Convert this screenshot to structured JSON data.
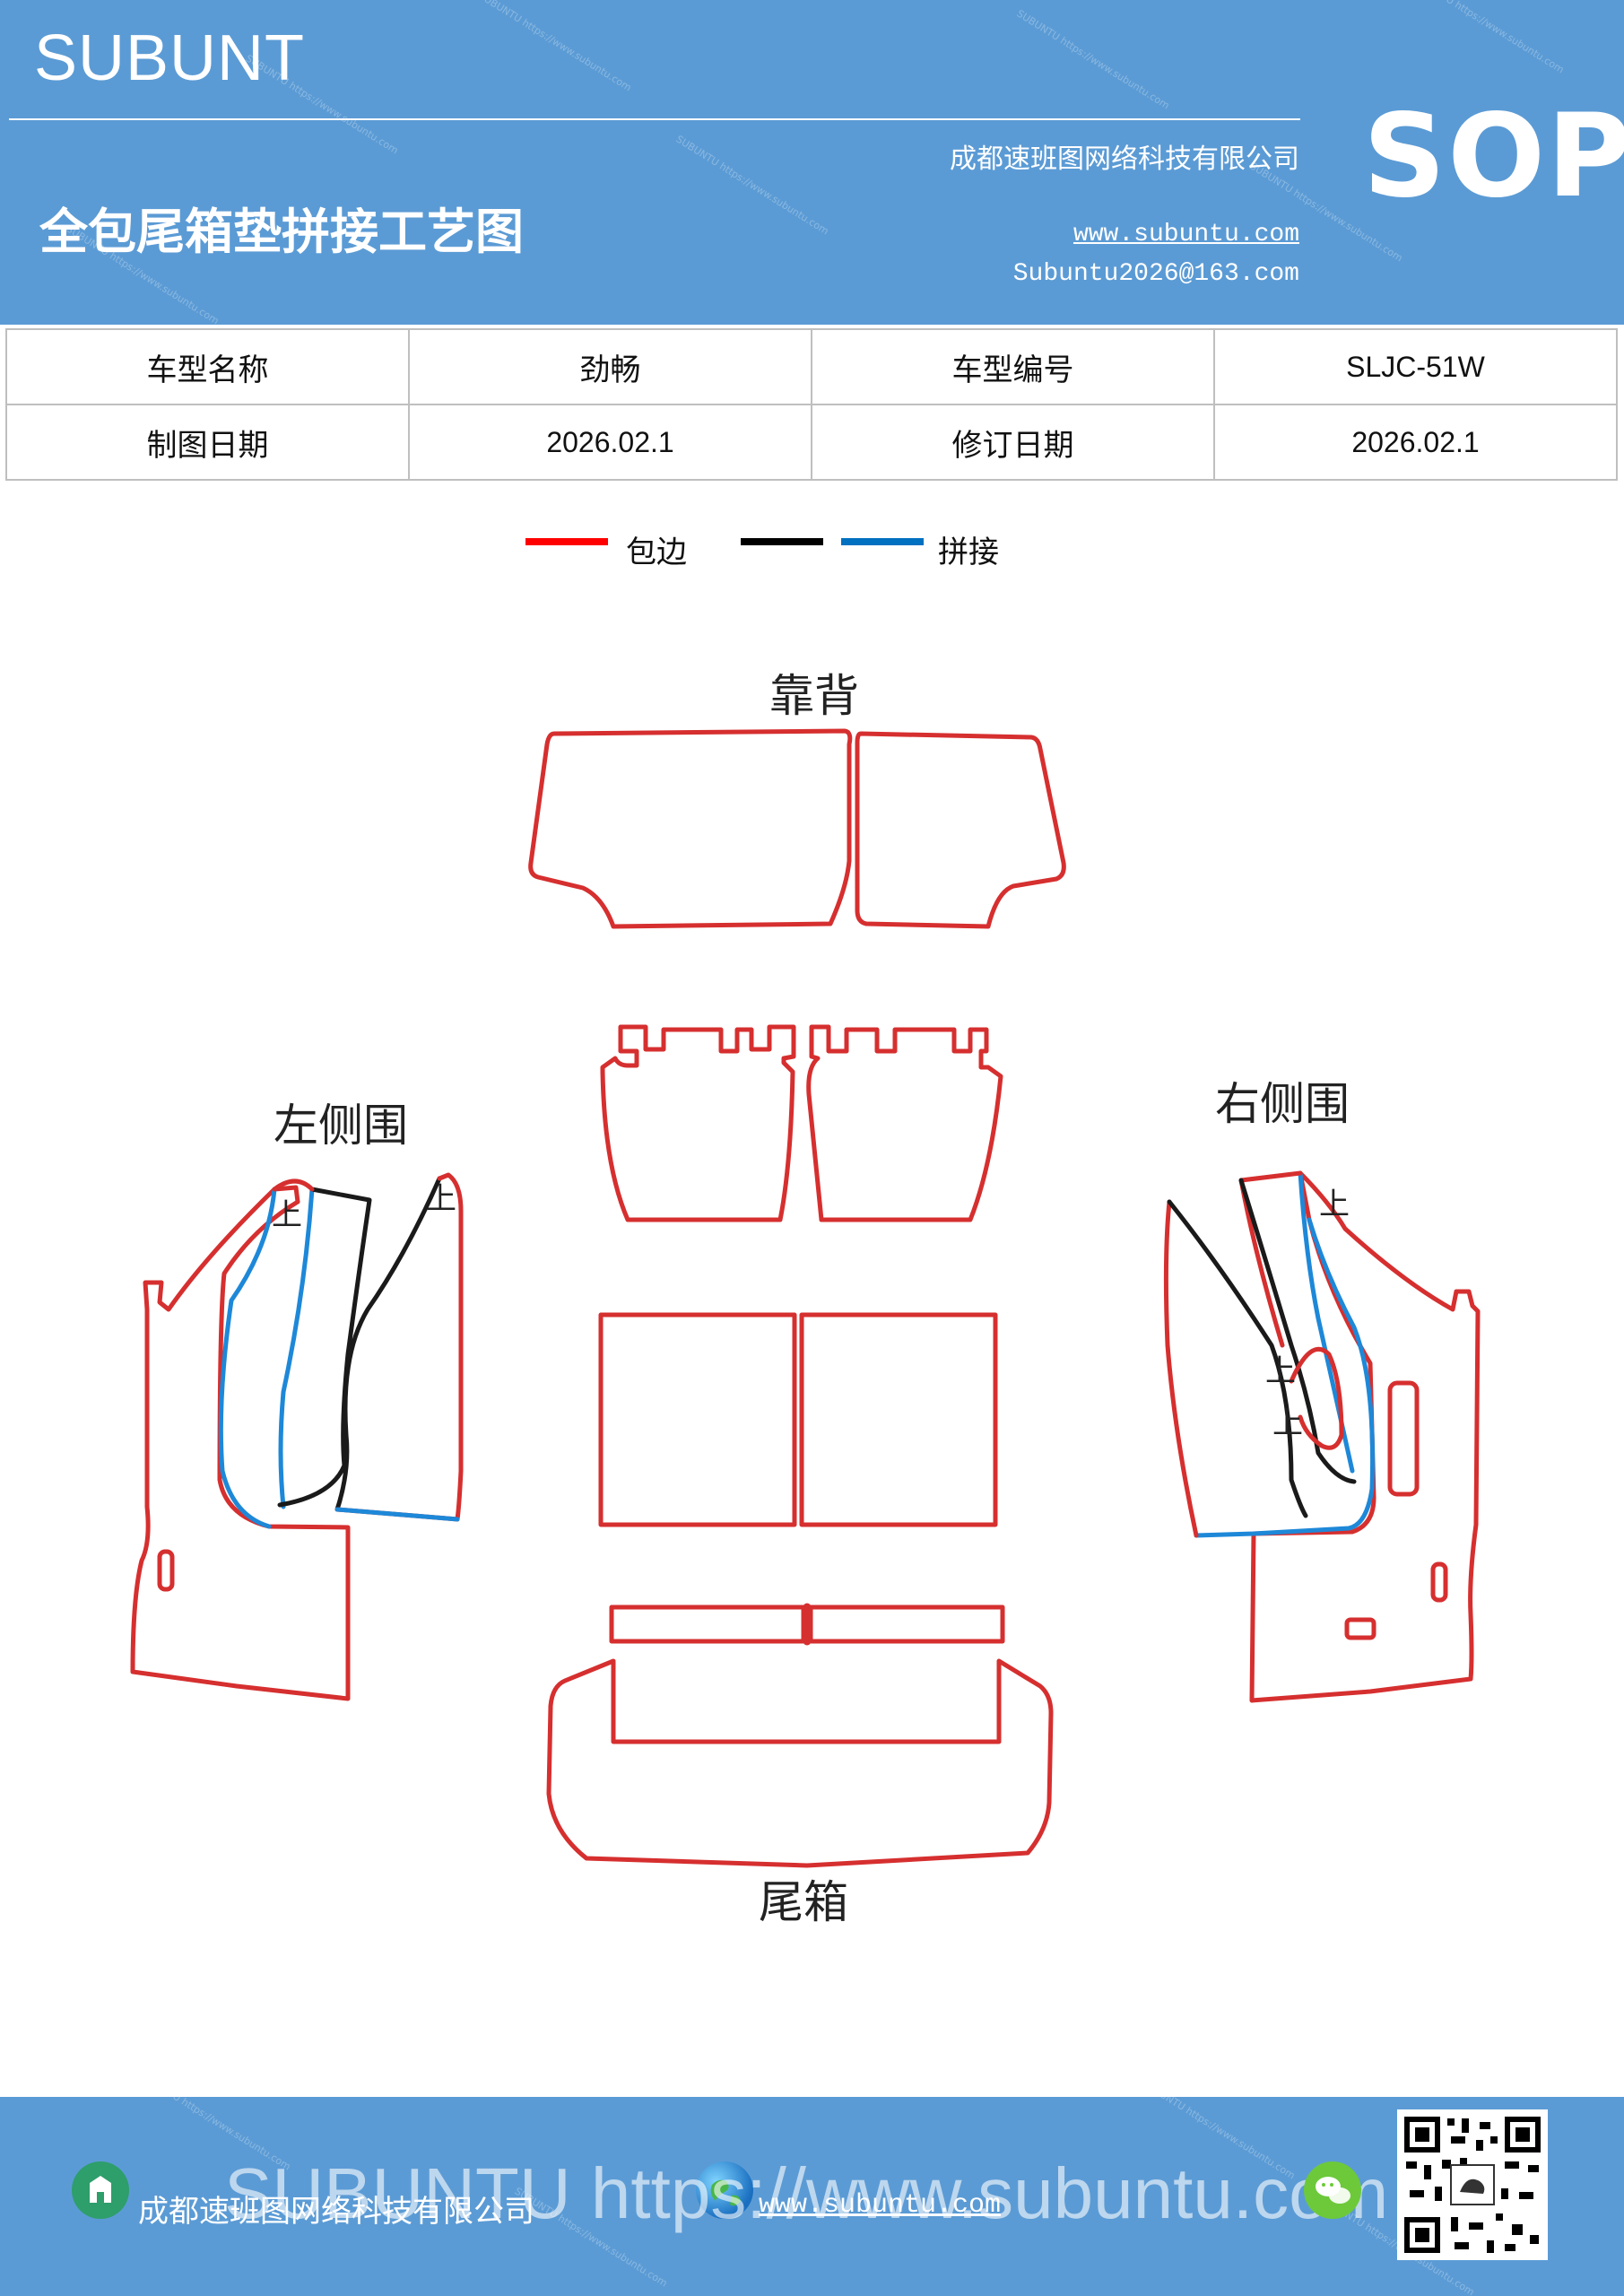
{
  "header": {
    "brand": "SUBUNT",
    "company": "成都速班图网络科技有限公司",
    "title": "全包尾箱垫拼接工艺图",
    "website": "www.subuntu.com",
    "email": "Subuntu2026@163.com",
    "sop": "SOP",
    "watermark": "SUBUNTU https://www.subuntu.com"
  },
  "info_table": {
    "rows": [
      [
        {
          "text": "车型名称"
        },
        {
          "text": "劲畅"
        },
        {
          "text": "车型编号"
        },
        {
          "text": "SLJC-51W"
        }
      ],
      [
        {
          "text": "制图日期"
        },
        {
          "text": "2026.02.1"
        },
        {
          "text": "修订日期"
        },
        {
          "text": "2026.02.1"
        }
      ]
    ]
  },
  "legend": {
    "items": [
      {
        "color": "#ff0000",
        "label": "包边"
      },
      {
        "color": "#000000",
        "label": ""
      },
      {
        "color": "#0070c0",
        "label": "拼接"
      }
    ]
  },
  "diagram": {
    "labels": {
      "backrest": "靠背",
      "left_side": "左侧围",
      "right_side": "右侧围",
      "trunk": "尾箱",
      "up": "上"
    },
    "colors": {
      "edge": "#d62f2f",
      "seam": "#1a1a1a",
      "join": "#1e88d8"
    }
  },
  "footer": {
    "company": "成都速班图网络科技有限公司",
    "website": "www.subuntu.com",
    "watermark": "SUBUNTU https://www.subuntu.com",
    "icons": [
      "building-icon",
      "globe-icon",
      "wechat-icon",
      "qr-code"
    ]
  }
}
